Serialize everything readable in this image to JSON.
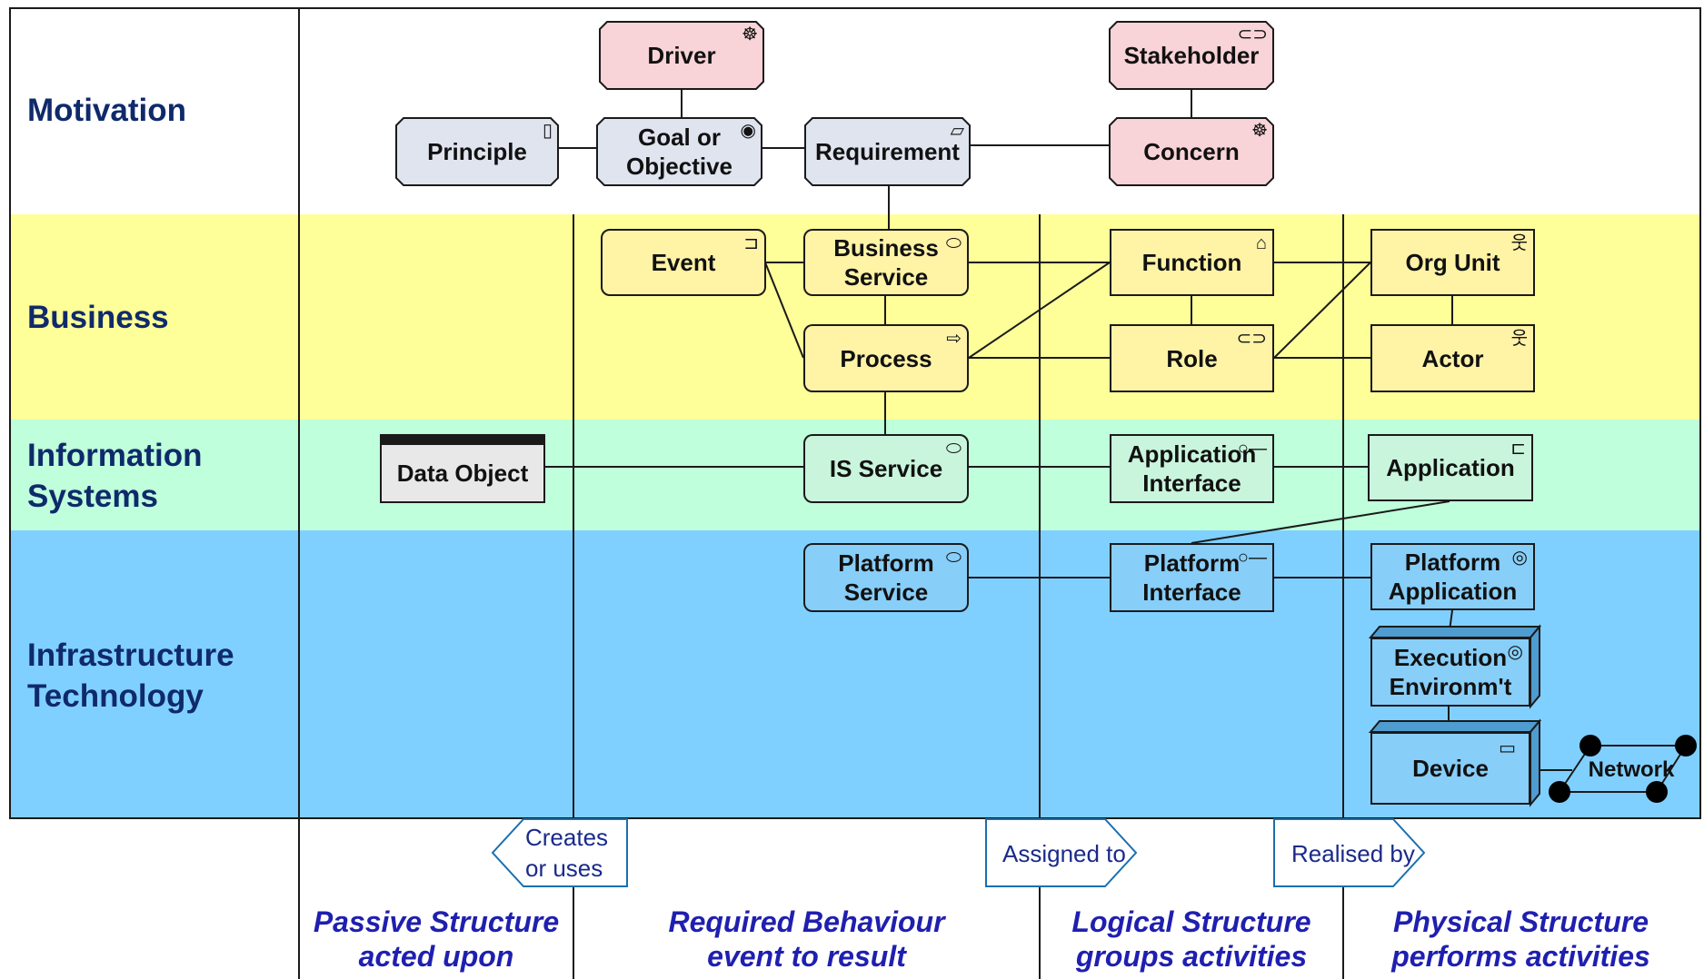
{
  "lanes": {
    "motivation": "Motivation",
    "business": "Business",
    "information_systems_1": "Information",
    "information_systems_2": "Systems",
    "infrastructure_1": "Infrastructure",
    "infrastructure_2": "Technology"
  },
  "colors": {
    "business_band": "#ffff99",
    "is_band": "#bfffdb",
    "infra_band": "#80d0ff",
    "motivation_pink": "#f8d3d7",
    "motivation_grey": "#dfe4ef",
    "business_node": "#fff3a6",
    "is_node": "#c9f5dd",
    "infra_node": "#87cef9",
    "data_object": "#e8e8e8",
    "footer_text": "#1f1fb0",
    "lane_text": "#0f2a6b"
  },
  "nodes": {
    "driver": "Driver",
    "stakeholder": "Stakeholder",
    "principle": "Principle",
    "goal": "Goal or\nObjective",
    "requirement": "Requirement",
    "concern": "Concern",
    "event": "Event",
    "business_service": "Business\nService",
    "process": "Process",
    "function": "Function",
    "role": "Role",
    "org_unit": "Org Unit",
    "actor": "Actor",
    "data_object": "Data Object",
    "is_service": "IS Service",
    "application_interface": "Application\nInterface",
    "application": "Application",
    "platform_service": "Platform\nService",
    "platform_interface": "Platform\nInterface",
    "platform_application": "Platform\nApplication",
    "execution_environment": "Execution\nEnvironm't",
    "device": "Device",
    "network": "Network"
  },
  "arrows": {
    "creates_1": "Creates",
    "creates_2": "or uses",
    "assigned": "Assigned to",
    "realised": "Realised by"
  },
  "footer": {
    "passive_1": "Passive Structure",
    "passive_2": "acted upon",
    "behaviour_1": "Required Behaviour",
    "behaviour_2": "event to result",
    "logical_1": "Logical Structure",
    "logical_2": "groups activities",
    "physical_1": "Physical Structure",
    "physical_2": "performs  activities"
  },
  "icons": {
    "driver": "wheel-icon",
    "concern": "wheel-icon",
    "stakeholder": "role-icon",
    "principle": "principle-icon",
    "goal": "target-icon",
    "requirement": "parallelogram-icon",
    "event": "event-icon",
    "service": "service-icon",
    "process": "arrow-icon",
    "function": "function-icon",
    "role": "role-icon",
    "actor": "actor-icon",
    "interface": "interface-icon",
    "component": "component-icon",
    "system_software": "system-software-icon",
    "device": "device-icon"
  }
}
